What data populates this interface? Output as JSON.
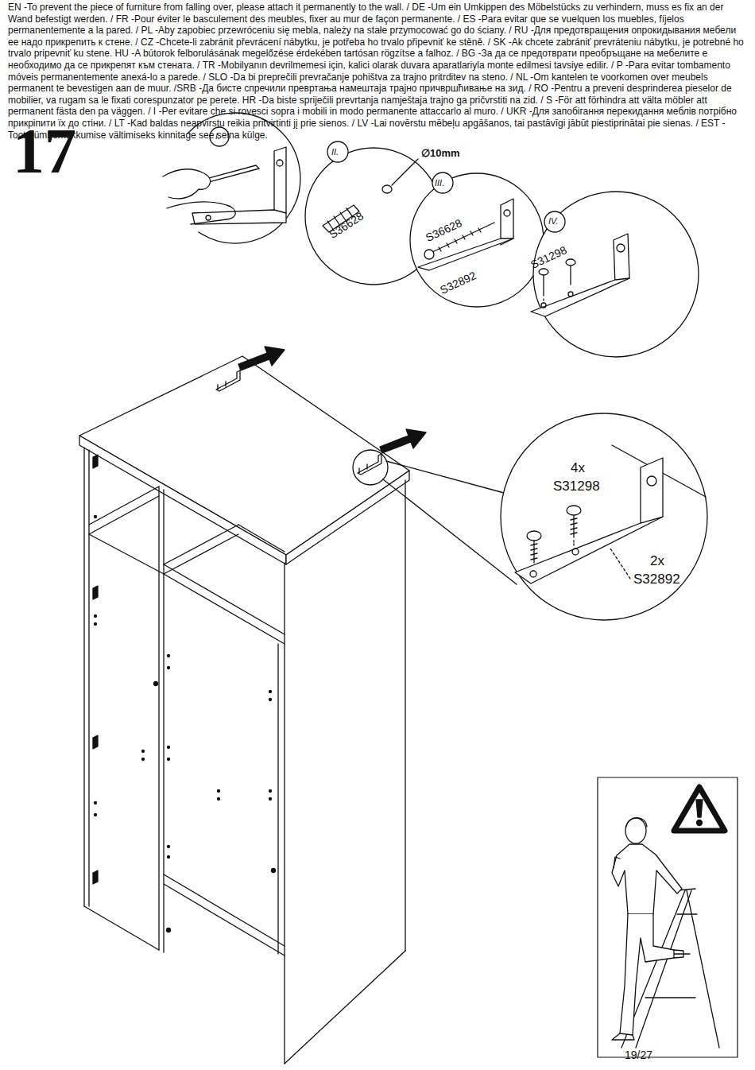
{
  "diagram": {
    "labels": [
      "EN -To prevent the piece of furniture from falling over, please attach it permanently to the wall. / DE -Um ein Umkippen des Möbelstücks zu verhindern, muss es fix an der Wand befestigt werden. / FR -Pour éviter le basculement des meubles, fixer au mur de façon permanente. / ES -Para evitar que se vuelquen los muebles, fíjelos permanentemente a la pared. / PL -Aby zapobiec przewróceniu się mebla, należy na stałe przymocować go do ściany. / RU -Для предотвращения опрокидывания мебели ее надо прикрепить к стене. / CZ -Chcete-li zabránit převrácení nábytku, je potřeba ho trvalo připevniť ke stěně. / SK -Ak chcete zabrániť prevráteniu nábytku, je potrebné ho trvalo pripevniť ku stene. HU -A bútorok felborulásának megelőzése érdekében tartósan rögzítse a falhoz. / BG -За да се предотврати преобръщане на мебелите е необходимо да се прикрепят към стената. / TR -Mobilyanın devrilmemesi için, kalici olarak duvara aparatlariyla monte edilmesi tavsiye edilir. / P -Para evitar tombamento móveis permanentemente anexá-lo a parede. / SLO -Da bi preprečili prevračanje pohištva za trajno pritrditev na steno. / NL -Om kantelen te voorkomen over meubels permanent te bevestigen aan de muur. /SRB -Да бисте спречили превртања намештаја трајно причвршћивање на зид. / RO -Pentru a preveni desprinderea pieselor de mobilier, va rugam sa le fixati corespunzator pe perete. HR -Da biste spriječili prevrtanja namještaja trajno ga pričvrstiti na zid. / S -För att förhindra att välta möbler att permanent fästa den pa väggen. / I -Per evitare che si rovesci sopra i mobili in modo permanente attaccarlo al muro. / UKR -Для запобігання перекидання меблів потрібно прикріпити їх до стіни. / LT -Kad baldas neapvirstu reikia pritvirtinti jį prie sienos. / LV -Lai novērstu mēbeļu apgāšanos, tai pastāvīgi jābūt piestiprinātai pie sienas. / EST -Toote ümberkukkumise vältimiseks kinnitage see seina külge.",
      "17",
      "I.",
      "II.",
      "∅10mm",
      "S36628",
      "III.",
      "S36628",
      "S32892",
      "IV.",
      "S31298",
      "4x",
      "S31298",
      "2x",
      "S32892",
      "19/27"
    ]
  }
}
